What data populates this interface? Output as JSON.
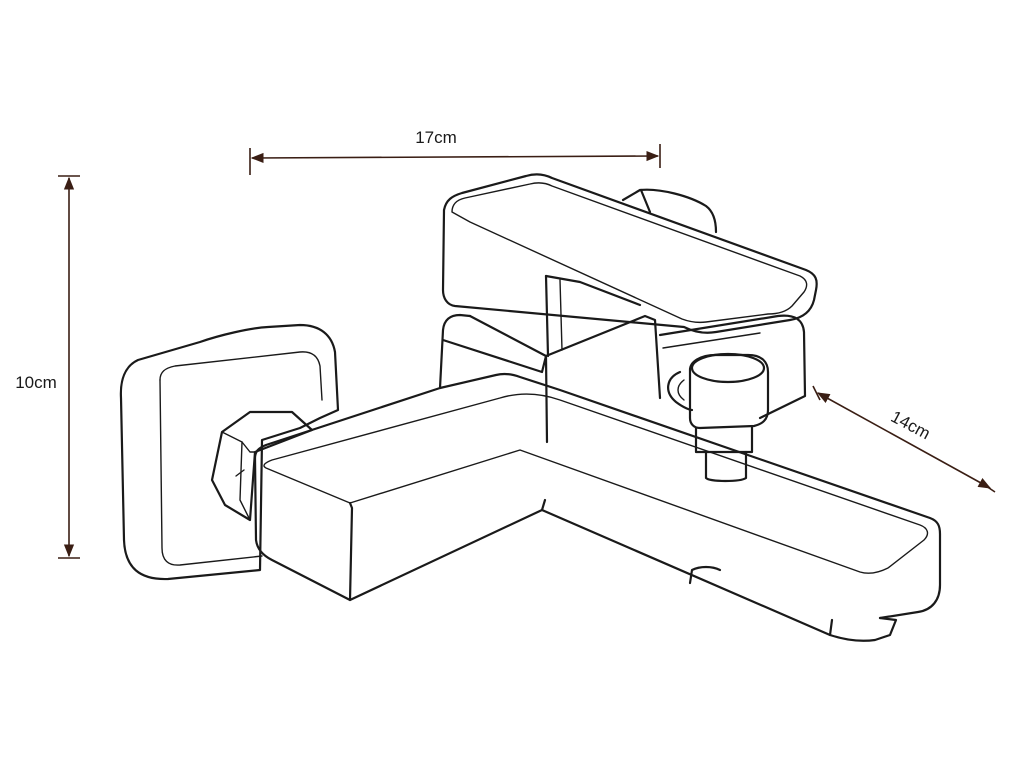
{
  "diagram": {
    "dimensions": {
      "width_label": "17cm",
      "height_label": "10cm",
      "depth_label": "14cm"
    },
    "colors": {
      "line": "#1a1a1a",
      "dimension_line": "#3a1e14",
      "background": "#ffffff"
    }
  }
}
